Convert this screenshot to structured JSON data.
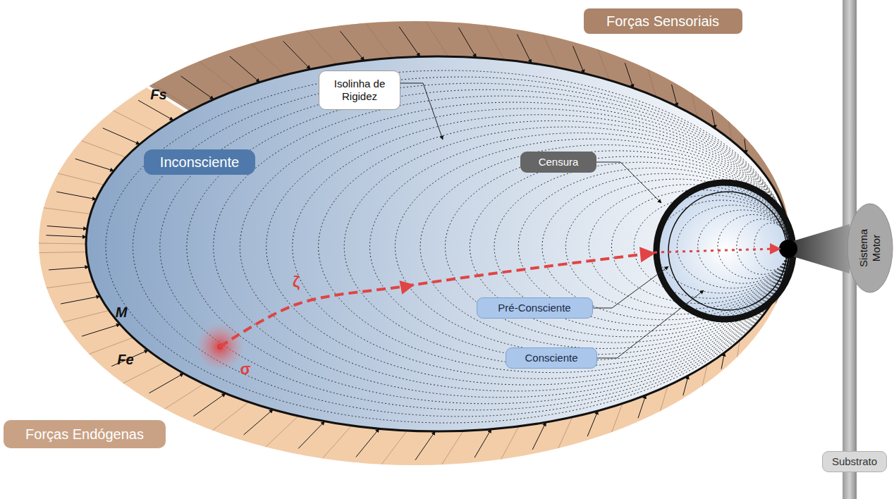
{
  "diagram": {
    "nodes": [
      {
        "text": [
          "Forças Sensoriais"
        ]
      },
      {
        "text": [
          "Isolinha de Rigidez"
        ]
      },
      {
        "text": [
          "Inconsciente"
        ]
      },
      {
        "text": [
          "Censura"
        ]
      },
      {
        "text": [
          "Pré-Consciente"
        ]
      },
      {
        "text": [
          "Consciente"
        ]
      },
      {
        "text": [
          "Sistema Motor"
        ]
      },
      {
        "text": [
          "Forças Endógenas"
        ]
      },
      {
        "text": [
          "Substrato"
        ]
      }
    ],
    "labels": [
      "Fs",
      "ζ",
      "M",
      "σ",
      "Fe"
    ]
  }
}
